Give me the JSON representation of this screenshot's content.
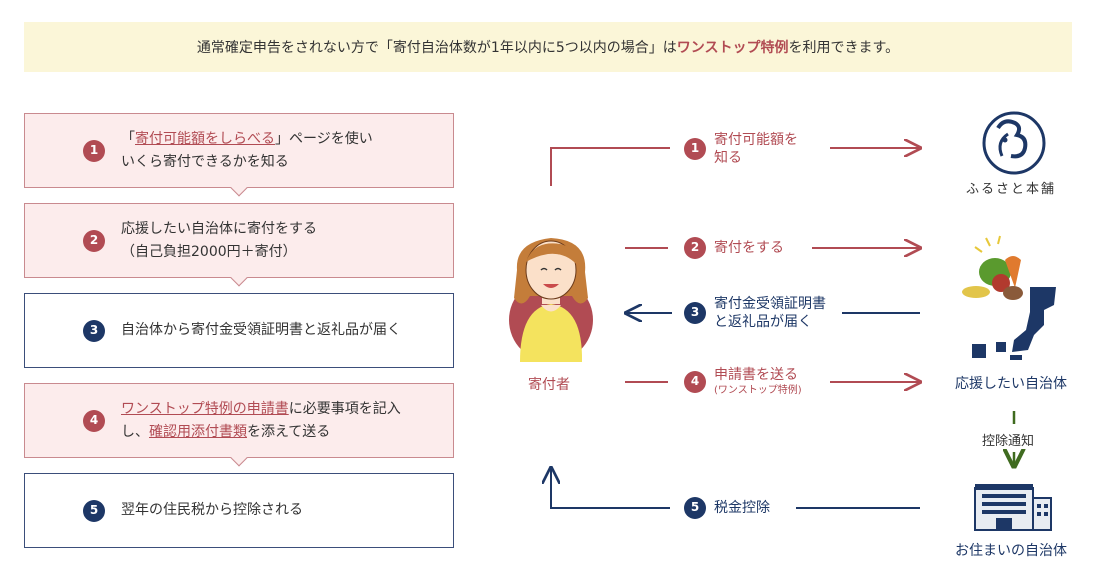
{
  "banner": {
    "pre": "通常確定申告をされない方で「寄付自治体数が1年以内に5つ以内の場合」は",
    "highlight": "ワンストップ特例",
    "post": "を利用できます。"
  },
  "steps": [
    {
      "num": "1",
      "link": "寄付可能額をしらべる",
      "line1_pre": "「",
      "line1_post": "」ページを使い",
      "line2": "いくら寄付できるかを知る"
    },
    {
      "num": "2",
      "line1": "応援したい自治体に寄付をする",
      "line2": "（自己負担2000円＋寄付）"
    },
    {
      "num": "3",
      "line1": "自治体から寄付金受領証明書と返礼品が届く"
    },
    {
      "num": "4",
      "link1": "ワンストップ特例の申請書",
      "line1_post": "に必要事項を記入",
      "line2_pre": "し、",
      "link2": "確認用添付書類",
      "line2_post": "を添えて送る"
    },
    {
      "num": "5",
      "line1": "翌年の住民税から控除される"
    }
  ],
  "flows": [
    {
      "num": "1",
      "label": "寄付可能額を知る",
      "line1": "寄付可能額を",
      "line2": "知る"
    },
    {
      "num": "2",
      "label": "寄付をする"
    },
    {
      "num": "3",
      "line1": "寄付金受領証明書",
      "line2": "と返礼品が届く"
    },
    {
      "num": "4",
      "label": "申請書を送る",
      "sub": "(ワンストップ特例)"
    },
    {
      "num": "5",
      "label": "税金控除"
    }
  ],
  "actors": {
    "donor": "寄付者",
    "furusato": "ふるさと本舗",
    "target_muni": "応援したい自治体",
    "home_muni": "お住まいの自治体",
    "deduction_notice": "控除通知"
  },
  "colors": {
    "red": "#b14b53",
    "navy": "#1d3766",
    "green": "#3f6b1f",
    "banner_bg": "#fbf6d8",
    "step_pink": "#fcecec"
  }
}
